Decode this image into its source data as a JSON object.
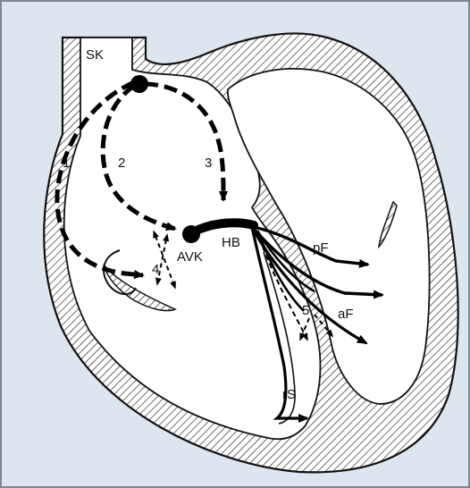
{
  "colors": {
    "background": "#dde5ef",
    "frame": "#7d8793",
    "tissue_fill": "#ffffff",
    "hatch_line": "#222222",
    "outline": "#111111",
    "conduction": "#000000"
  },
  "labels": {
    "sinus_node": "SK",
    "av_node": "AVK",
    "his_bundle": "HB",
    "posterior_fascicle": "pF",
    "anterior_fascicle": "aF",
    "right_bundle": "rS",
    "path_1": "1",
    "path_2": "2",
    "path_3": "3",
    "path_4": "4",
    "path_5": "5"
  }
}
